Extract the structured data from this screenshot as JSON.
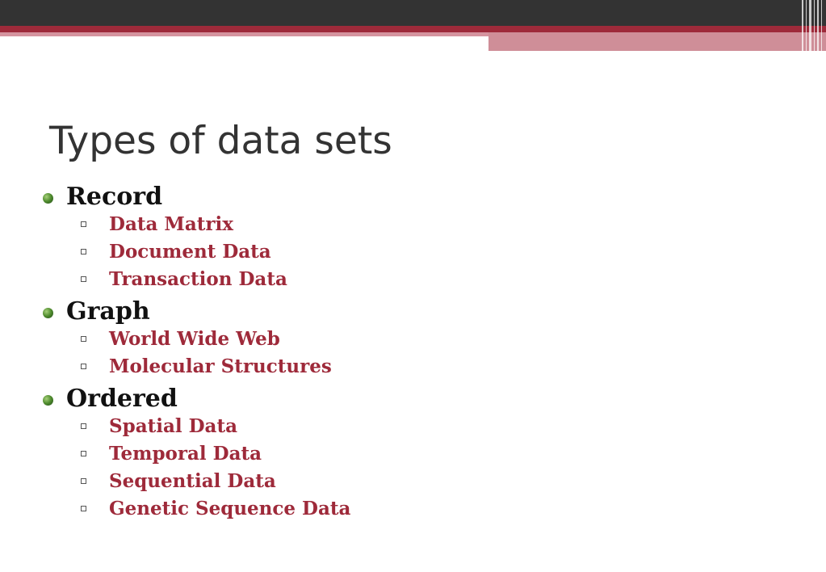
{
  "slide": {
    "title": "Types of data sets",
    "bullets": [
      {
        "label": "Record",
        "items": [
          "Data Matrix",
          "Document Data",
          "Transaction Data"
        ]
      },
      {
        "label": "Graph",
        "items": [
          "World Wide Web",
          "Molecular Structures"
        ]
      },
      {
        "label": "Ordered",
        "items": [
          "Spatial Data",
          "Temporal Data",
          "Sequential Data",
          "Genetic Sequence Data"
        ]
      }
    ]
  },
  "colors": {
    "header_dark": "#333333",
    "accent_red": "#9e2a3a",
    "accent_pink": "#cf8e98",
    "bullet_green": "#4d8a2c"
  },
  "icons": {
    "level1_bullet": "green-sphere-bullet-icon",
    "level2_bullet": "hollow-square-bullet-icon"
  }
}
